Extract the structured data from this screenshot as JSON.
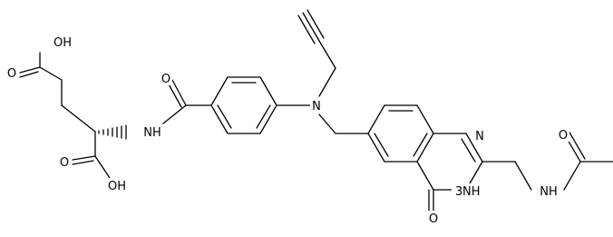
{
  "molecule": {
    "atom_labels": {
      "glu_gamma_oh": "OH",
      "glu_gamma_o": "O",
      "glu_alpha_o": "O",
      "glu_alpha_oh": "OH",
      "amide_nh": "NH",
      "amide_o": "O",
      "aniline_n": "N",
      "quinaz_n1": "N",
      "quinaz_n3h": "NH",
      "quinaz_n3_h_prefix": "3",
      "quinaz_o": "O",
      "acetamide_nh": "NH",
      "acetamide_o": "O"
    }
  },
  "colors": {
    "bond": "#000000",
    "text": "#000000",
    "background": "#ffffff"
  }
}
